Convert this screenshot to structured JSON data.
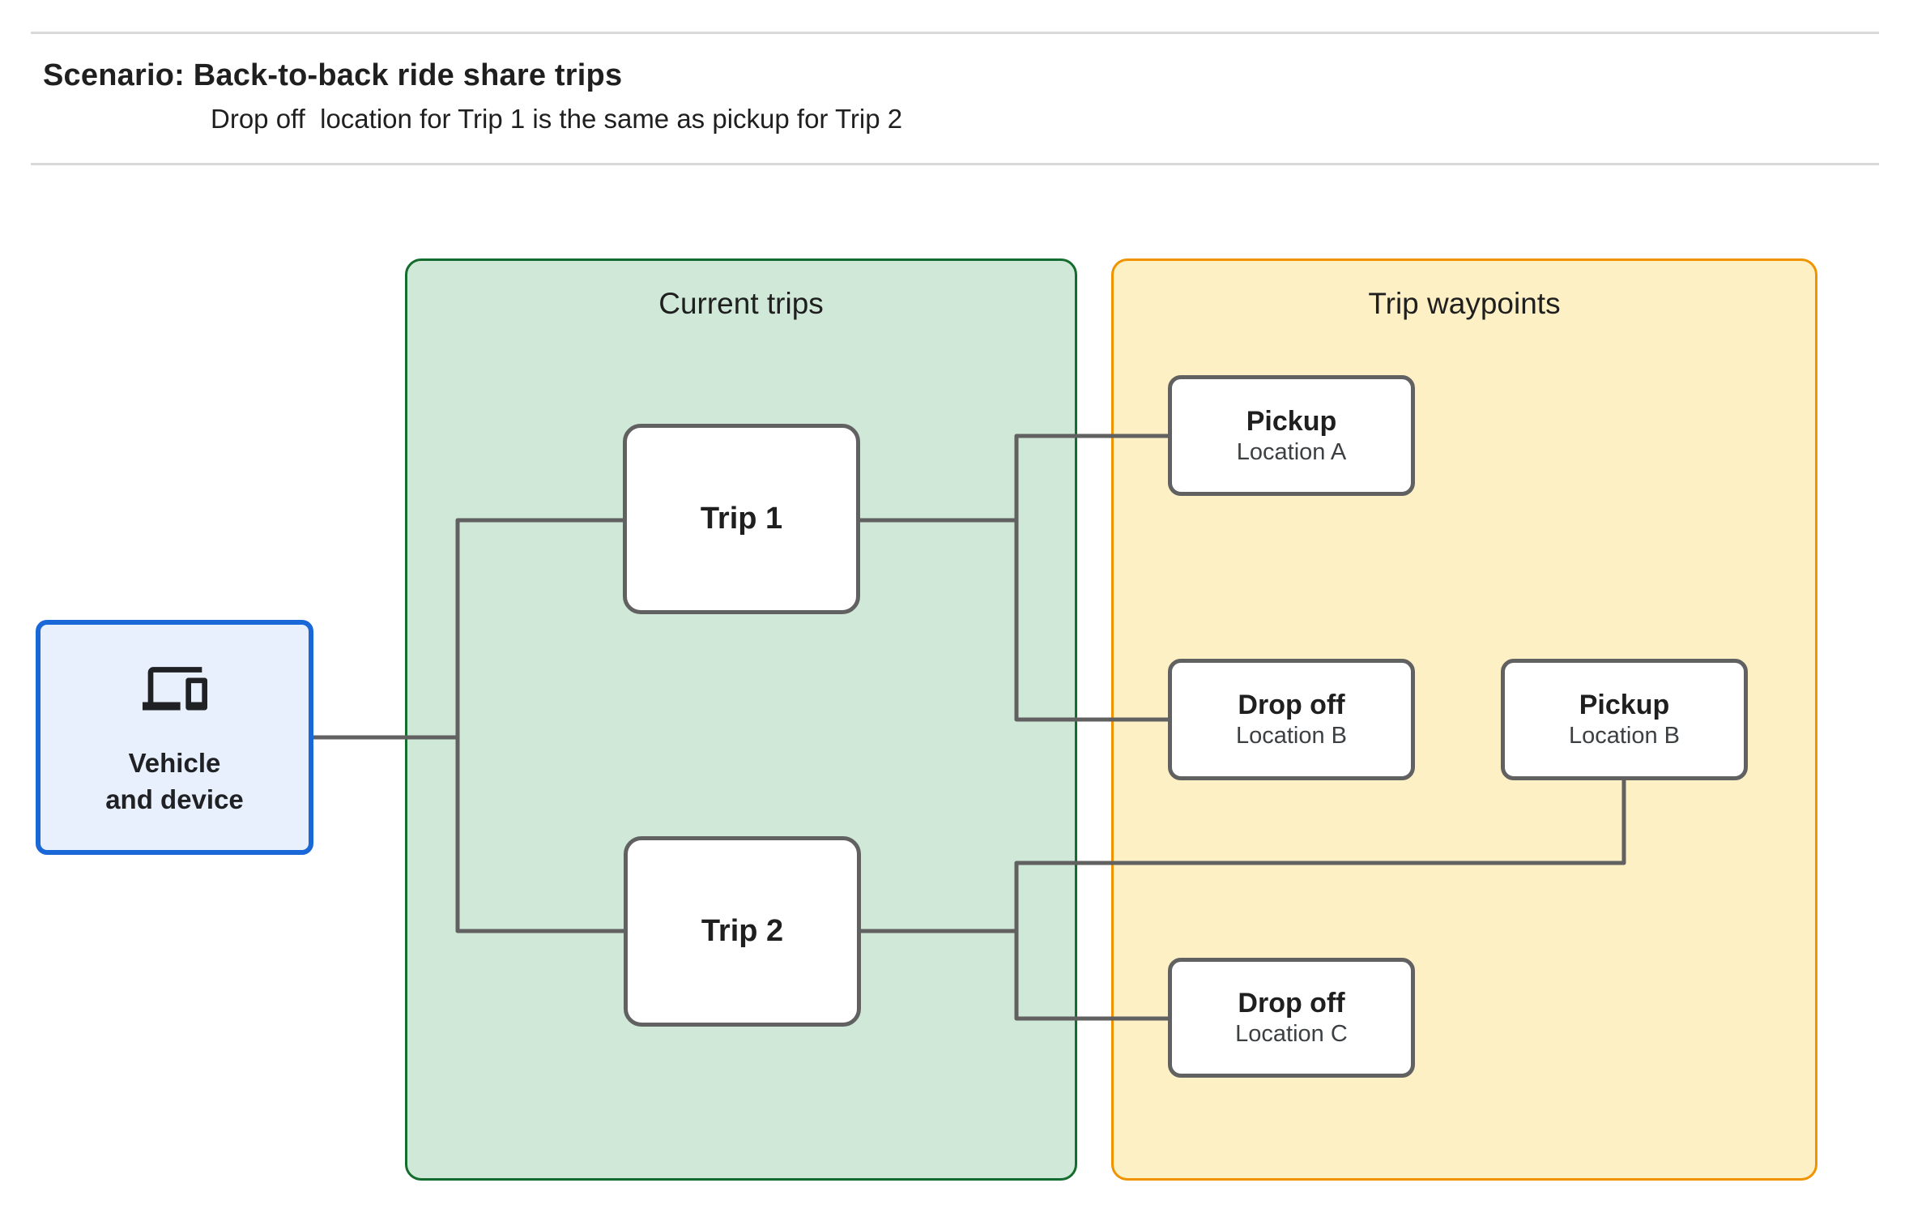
{
  "header": {
    "title": "Scenario: Back-to-back ride share trips",
    "subtitle": "Drop off  location for Trip 1 is the same as pickup for Trip 2"
  },
  "panels": {
    "current_trips": {
      "title": "Current trips"
    },
    "trip_waypoints": {
      "title": "Trip waypoints"
    }
  },
  "vehicle": {
    "icon": "devices-icon",
    "label_line1": "Vehicle",
    "label_line2": "and device"
  },
  "trips": [
    {
      "label": "Trip 1"
    },
    {
      "label": "Trip 2"
    }
  ],
  "waypoints": [
    {
      "type": "Pickup",
      "location": "Location A"
    },
    {
      "type": "Drop off",
      "location": "Location B"
    },
    {
      "type": "Pickup",
      "location": "Location B"
    },
    {
      "type": "Drop off",
      "location": "Location C"
    }
  ],
  "colors": {
    "page_bg": "#ffffff",
    "divider": "#d9d9d9",
    "text_primary": "#1f1f1f",
    "text_secondary": "#3c4043",
    "wire": "#616161",
    "node_border": "#616161",
    "vehicle_fill": "#e8f0fe",
    "vehicle_border": "#1a67d8",
    "green_panel_fill": "#cfe8d7",
    "green_panel_border": "#146c2e",
    "orange_panel_fill": "#fdf0c5",
    "orange_panel_border": "#f09300"
  }
}
